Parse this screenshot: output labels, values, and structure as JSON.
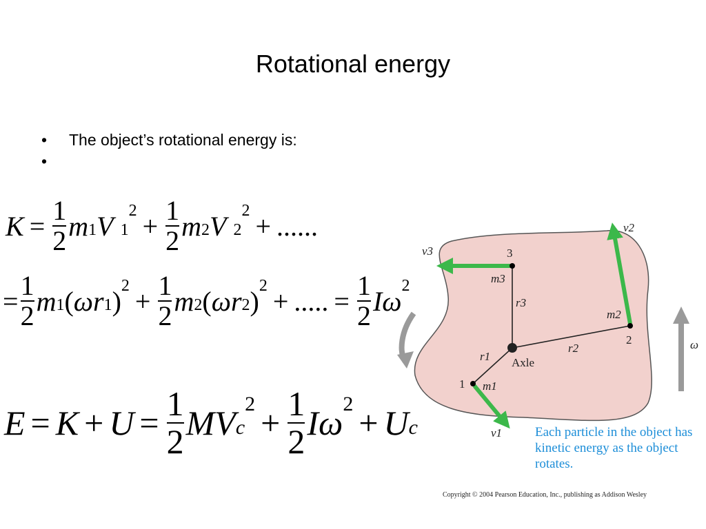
{
  "slide": {
    "title": "Rotational energy",
    "bullets": [
      "The object’s rotational energy is:",
      ""
    ]
  },
  "equations": {
    "eq1": "K = (1/2) m1 V1^2 + (1/2) m2 V2^2 + ......",
    "eq2": "= (1/2) m1 (ω r1)^2 + (1/2) m2 (ω r2)^2 + ..... = (1/2) I ω^2",
    "eq3": "E = K + U = (1/2) M Vc^2 + (1/2) I ω^2 + Uc"
  },
  "figure": {
    "labels": {
      "v1": "v1",
      "v2": "v2",
      "v3": "v3",
      "m1": "m1",
      "m2": "m2",
      "m3": "m3",
      "r1": "r1",
      "r2": "r2",
      "r3": "r3",
      "p1": "1",
      "p2": "2",
      "p3": "3",
      "axle": "Axle",
      "omega": "ω"
    },
    "caption": "Each particle in the object has kinetic energy as the object rotates.",
    "colors": {
      "body_fill": "#f2d1cd",
      "arrow": "#3cb84a",
      "caption": "#1d8ed8",
      "rot_arrow": "#9a9a9a"
    }
  },
  "copyright": "Copyright © 2004 Pearson Education, Inc., publishing as Addison Wesley"
}
